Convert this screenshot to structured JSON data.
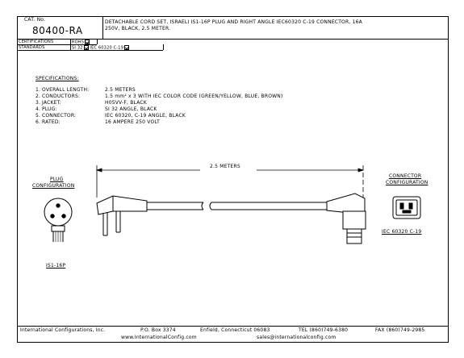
{
  "title_block": {
    "cat_no_label": "CAT. No.",
    "cat_no": "80400-RA",
    "description_line1": "DETACHABLE CORD SET, ISRAELI IS1-16P PLUG AND RIGHT ANGLE IEC60320 C-19 CONNECTOR, 16A",
    "description_line2": "250V, BLACK, 2.5 METER.",
    "certifications_label": "CERTIFICATIONS",
    "certifications_value": "ROHS",
    "standards_label": "STANDARDS",
    "standards_value_1": "SI 32",
    "standards_value_2": "IEC 60320 C-19"
  },
  "specifications": {
    "heading": "SPECIFICATIONS:",
    "items": [
      {
        "num": "1.",
        "label": "OVERALL LENGTH:",
        "value": "2.5 METERS"
      },
      {
        "num": "2.",
        "label": "CONDUCTORS:",
        "value": "1.5 mm² x 3 WITH IEC COLOR CODE (GREEN/YELLOW, BLUE, BROWN)"
      },
      {
        "num": "3.",
        "label": "JACKET:",
        "value": "H05VV-F, BLACK"
      },
      {
        "num": "4.",
        "label": "PLUG:",
        "value": "SI 32 ANGLE, BLACK"
      },
      {
        "num": "5.",
        "label": "CONNECTOR:",
        "value": "IEC 60320, C-19 ANGLE, BLACK"
      },
      {
        "num": "6.",
        "label": "RATED:",
        "value": "16 AMPERE 250 VOLT"
      }
    ]
  },
  "drawing": {
    "length_label": "2.5 METERS",
    "plug_config_line1": "PLUG",
    "plug_config_line2": "CONFIGURATION",
    "plug_name": "IS1-16P",
    "connector_config_line1": "CONNECTOR",
    "connector_config_line2": "CONFIGURATION",
    "connector_name": "IEC 60320 C-19"
  },
  "footer": {
    "company": "International Configurations, Inc.",
    "po_box": "P.O. Box 3374",
    "address": "Enfield, Connecticut 06083",
    "tel": "TEL (860)749-6380",
    "fax": "FAX (860)749-2985",
    "website": "www.InternationalConfig.com",
    "email": "sales@internationalconfig.com"
  }
}
